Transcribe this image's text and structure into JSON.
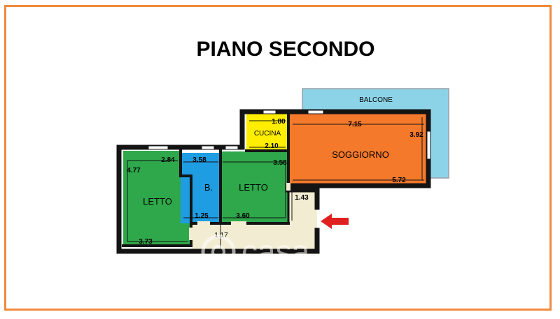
{
  "title": "PIANO SECONDO",
  "rooms": {
    "balcone": "BALCONE",
    "cucina": "CUCINA",
    "soggiorno": "SOGGIORNO",
    "letto_left": "LETTO",
    "bagno": "B.",
    "letto_mid": "LETTO"
  },
  "dimensions": {
    "cucina_top": "1.80",
    "cucina_bottom": "2.10",
    "soggiorno_top": "7.15",
    "soggiorno_right": "3.92",
    "soggiorno_bottom": "5.72",
    "letto_left_top": "2.84",
    "letto_left_side": "4.77",
    "letto_left_bottom": "3.73",
    "bagno_top": "3.58",
    "bagno_bottom": "1.25",
    "letto_mid_side": "3.58",
    "letto_mid_bottom": "3.60",
    "corridor_side": "1.43",
    "corridor_bottom": "1.17"
  },
  "watermark": "casa.it",
  "colors": {
    "frame": "#f08a3c",
    "balcone": "#8dd3e8",
    "cucina": "#ffee00",
    "soggiorno": "#f5792a",
    "letto": "#2ea84a",
    "bagno": "#1e9de3",
    "corridor": "#f2ecd2",
    "wall": "#141414",
    "arrow": "#e02020"
  },
  "icons": {
    "entrance": "entrance-arrow-icon",
    "watermark": "casa-logo-icon"
  }
}
